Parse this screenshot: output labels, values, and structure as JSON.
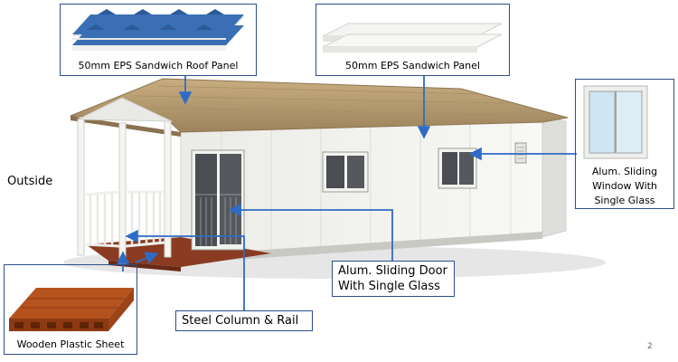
{
  "labels": {
    "outside": "Outside",
    "roof_panel": "50mm EPS Sandwich Roof Panel",
    "sandwich_panel": "50mm EPS Sandwich Panel",
    "window_line1": "Alum. Sliding",
    "window_line2": "Window  With",
    "window_line3": "Single Glass",
    "door_line1": "Alum. Sliding Door",
    "door_line2": "With Single Glass",
    "column_rail": "Steel Column & Rail",
    "wooden_sheet": "Wooden Plastic Sheet",
    "page_number": "2"
  },
  "colors": {
    "callout_border": "#2b4f8c",
    "arrow": "#2f6bc4",
    "roof_panel": "#3a6fb5",
    "roof": "#b59a6e",
    "wall": "#f4f4f1",
    "deck": "#8a3b22",
    "wood_sheet": "#b5531f"
  }
}
